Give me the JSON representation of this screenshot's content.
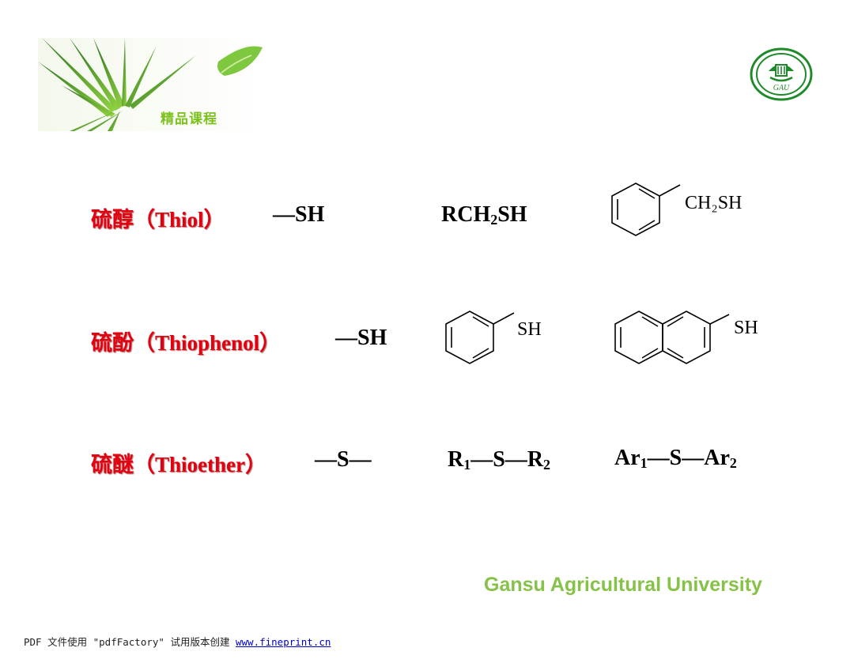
{
  "header": {
    "banner_text": "精品课程",
    "logo_text": "GAU"
  },
  "rows": [
    {
      "category_zh": "硫醇",
      "category_en": "（Thiol）",
      "group": "—SH",
      "formula": {
        "main": "RCH",
        "sub": "2",
        "tail": "SH"
      },
      "structure_label": "CH₂SH"
    },
    {
      "category_zh": "硫酚",
      "category_en": "（Thiophenol）",
      "group": "—SH",
      "structure1_label": "SH",
      "structure2_label": "SH"
    },
    {
      "category_zh": "硫醚",
      "category_en": "（Thioether）",
      "group": "—S—",
      "formula1": {
        "a": "R",
        "a_sub": "1",
        "mid": "—S—",
        "b": "R",
        "b_sub": "2"
      },
      "formula2": {
        "a": "Ar",
        "a_sub": "1",
        "mid": "—S—",
        "b": "Ar",
        "b_sub": "2"
      }
    }
  ],
  "footer": {
    "university": "Gansu Agricultural University",
    "pdf_note": "PDF 文件使用 \"pdfFactory\" 试用版本创建",
    "pdf_link": "www.fineprint.cn"
  }
}
